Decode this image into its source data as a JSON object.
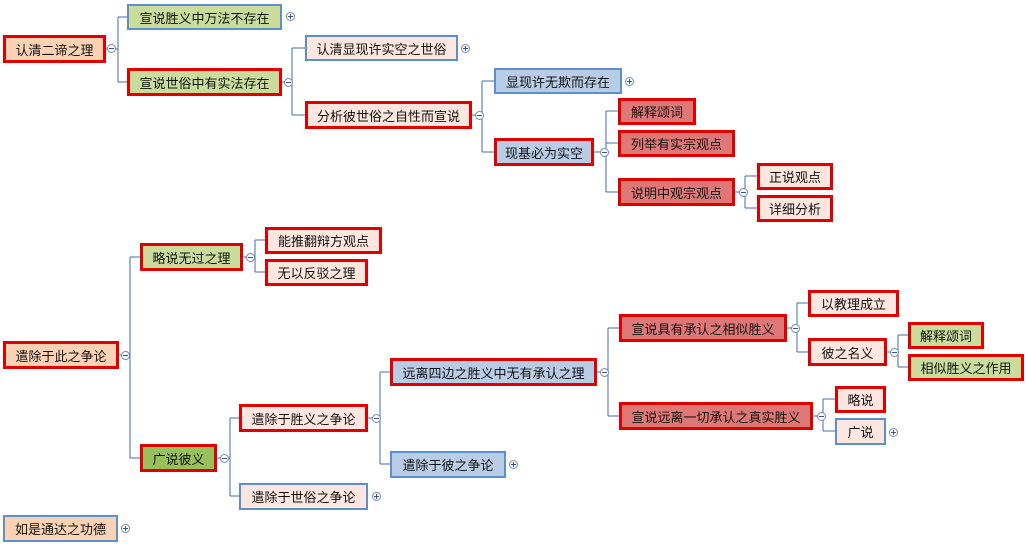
{
  "topics": {
    "n1": "认清二谛之理",
    "n1a": "宣说胜义中万法不存在",
    "n1b": "宣说世俗中有实法存在",
    "n1b1": "认清显现许实空之世俗",
    "n1b2": "分析彼世俗之自性而宣说",
    "n1b2a": "显现许无欺而存在",
    "n1b2b": "现基必为实空",
    "n1b2b1": "解释颂词",
    "n1b2b2": "列举有实宗观点",
    "n1b2b3": "说明中观宗观点",
    "n1b2b3a": "正说观点",
    "n1b2b3b": "详细分析",
    "n2": "遣除于此之争论",
    "n2a": "略说无过之理",
    "n2a1": "能推翻辩方观点",
    "n2a2": "无以反驳之理",
    "n2b": "广说彼义",
    "n2b1": "遣除于胜义之争论",
    "n2b1a": "远离四边之胜义中无有承认之理",
    "n2b1a1": "宣说具有承认之相似胜义",
    "n2b1a1x": "以教理成立",
    "n2b1a1y": "彼之名义",
    "n2b1a1y1": "解释颂词",
    "n2b1a1y2": "相似胜义之作用",
    "n2b1a2": "宣说远离一切承认之真实胜义",
    "n2b1a2x": "略说",
    "n2b1a2y": "广说",
    "n2b1b": "遣除于彼之争论",
    "n2b2": "遣除于世俗之争论",
    "n3": "如是通达之功德"
  },
  "colors": {
    "line": "#3f6ea8",
    "red_border": "#e00000",
    "blue_border": "#5b8fcf"
  }
}
